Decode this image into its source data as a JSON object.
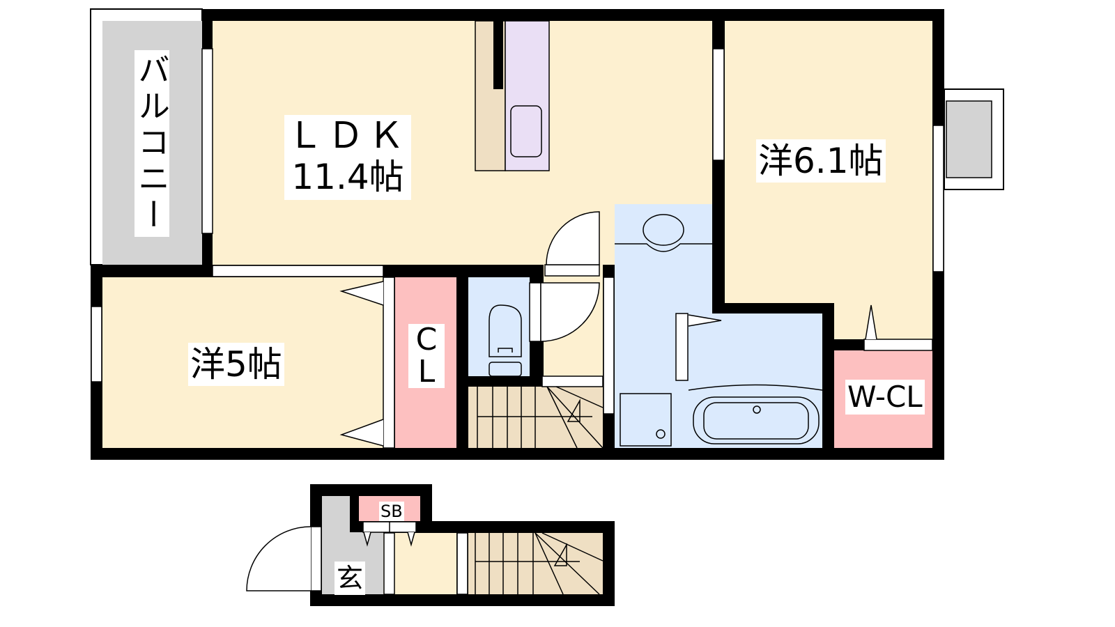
{
  "rooms": {
    "balcony": "バルコニー",
    "ldk_name": "ＬＤＫ",
    "ldk_size": "11.4帖",
    "western_6": "洋6.1帖",
    "western_5": "洋5帖",
    "closet": "C",
    "closet2": "L",
    "walk_in_closet": "W-CL",
    "shoe_box": "SB",
    "entrance": "玄"
  },
  "colors": {
    "floor": "#fdf0d0",
    "wet_area": "#dbeafd",
    "storage": "#fdc0c0",
    "balcony": "#d3d3d3",
    "stairs": "#efdfc3",
    "kitchen": "#eadff5",
    "wall": "#000000"
  }
}
